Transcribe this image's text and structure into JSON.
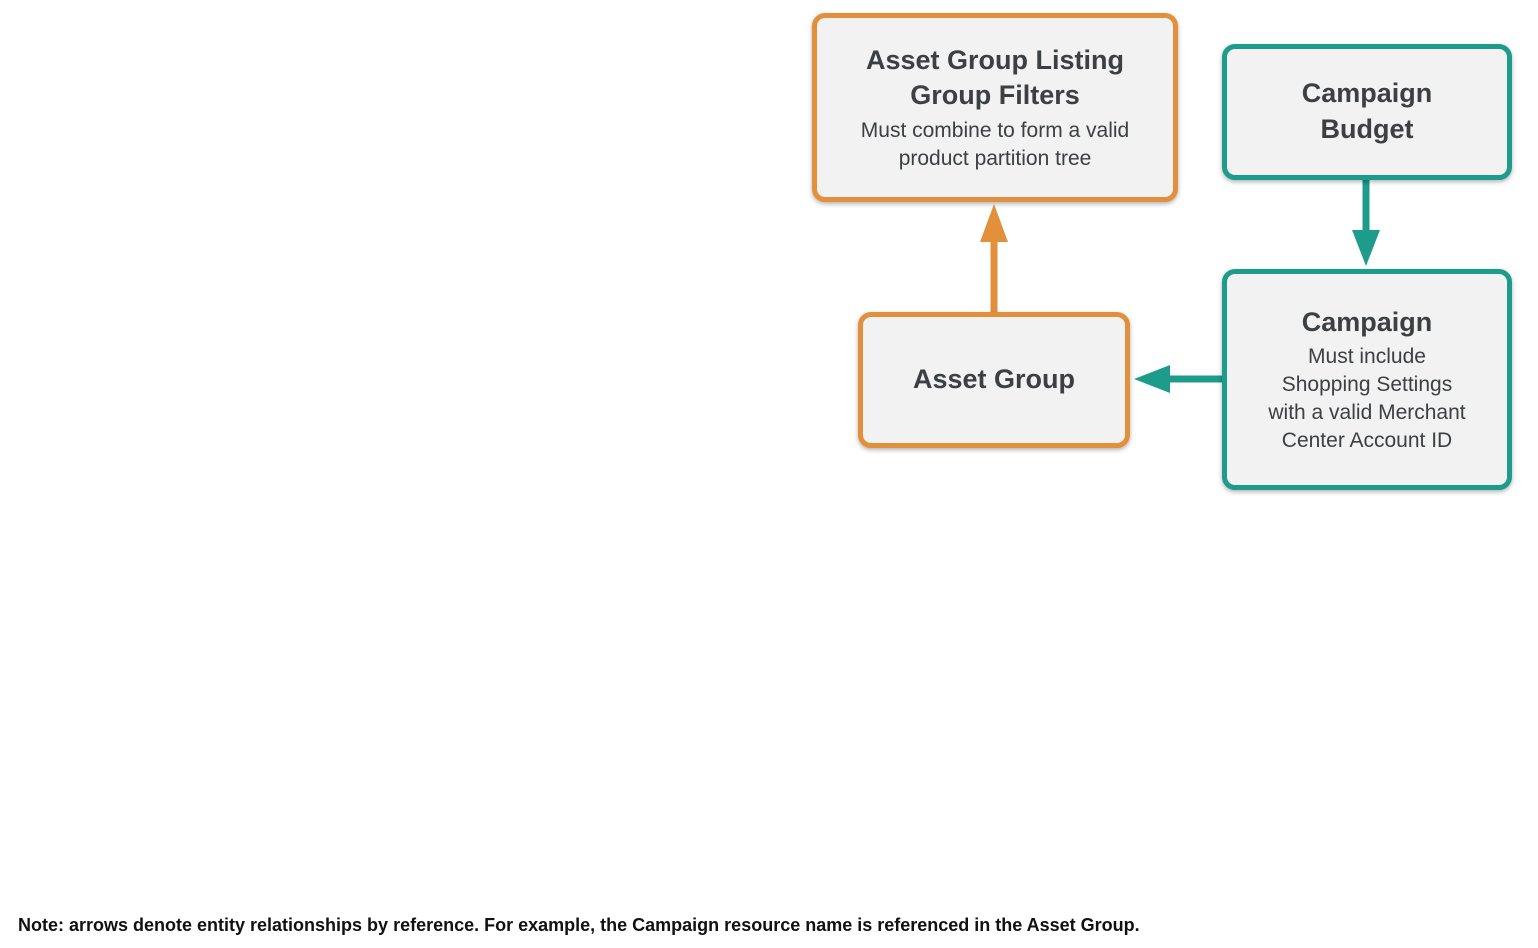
{
  "diagram": {
    "nodes": [
      {
        "id": "asset-group-listing-group-filters",
        "title": "Asset Group Listing\nGroup Filters",
        "subtitle": "Must combine to form a valid\nproduct partition tree",
        "border_color_name": "orange"
      },
      {
        "id": "campaign-budget",
        "title": "Campaign\nBudget",
        "subtitle": "",
        "border_color_name": "teal"
      },
      {
        "id": "asset-group",
        "title": "Asset Group",
        "subtitle": "",
        "border_color_name": "orange"
      },
      {
        "id": "campaign",
        "title": "Campaign",
        "subtitle": "Must include\nShopping Settings\nwith a valid Merchant\nCenter Account ID",
        "border_color_name": "teal"
      }
    ],
    "edges": [
      {
        "from": "asset-group",
        "to": "asset-group-listing-group-filters",
        "color_name": "orange",
        "direction": "up"
      },
      {
        "from": "campaign-budget",
        "to": "campaign",
        "color_name": "teal",
        "direction": "down"
      },
      {
        "from": "campaign",
        "to": "asset-group",
        "color_name": "teal",
        "direction": "left"
      }
    ]
  },
  "note": "Note: arrows denote entity relationships by reference. For example, the Campaign resource name is referenced in the Asset Group.",
  "colors": {
    "orange": "#E2903B",
    "teal": "#1E9C8B",
    "box_fill": "#F1F2F1",
    "text": "#3C4043",
    "note_text": "#111111"
  }
}
